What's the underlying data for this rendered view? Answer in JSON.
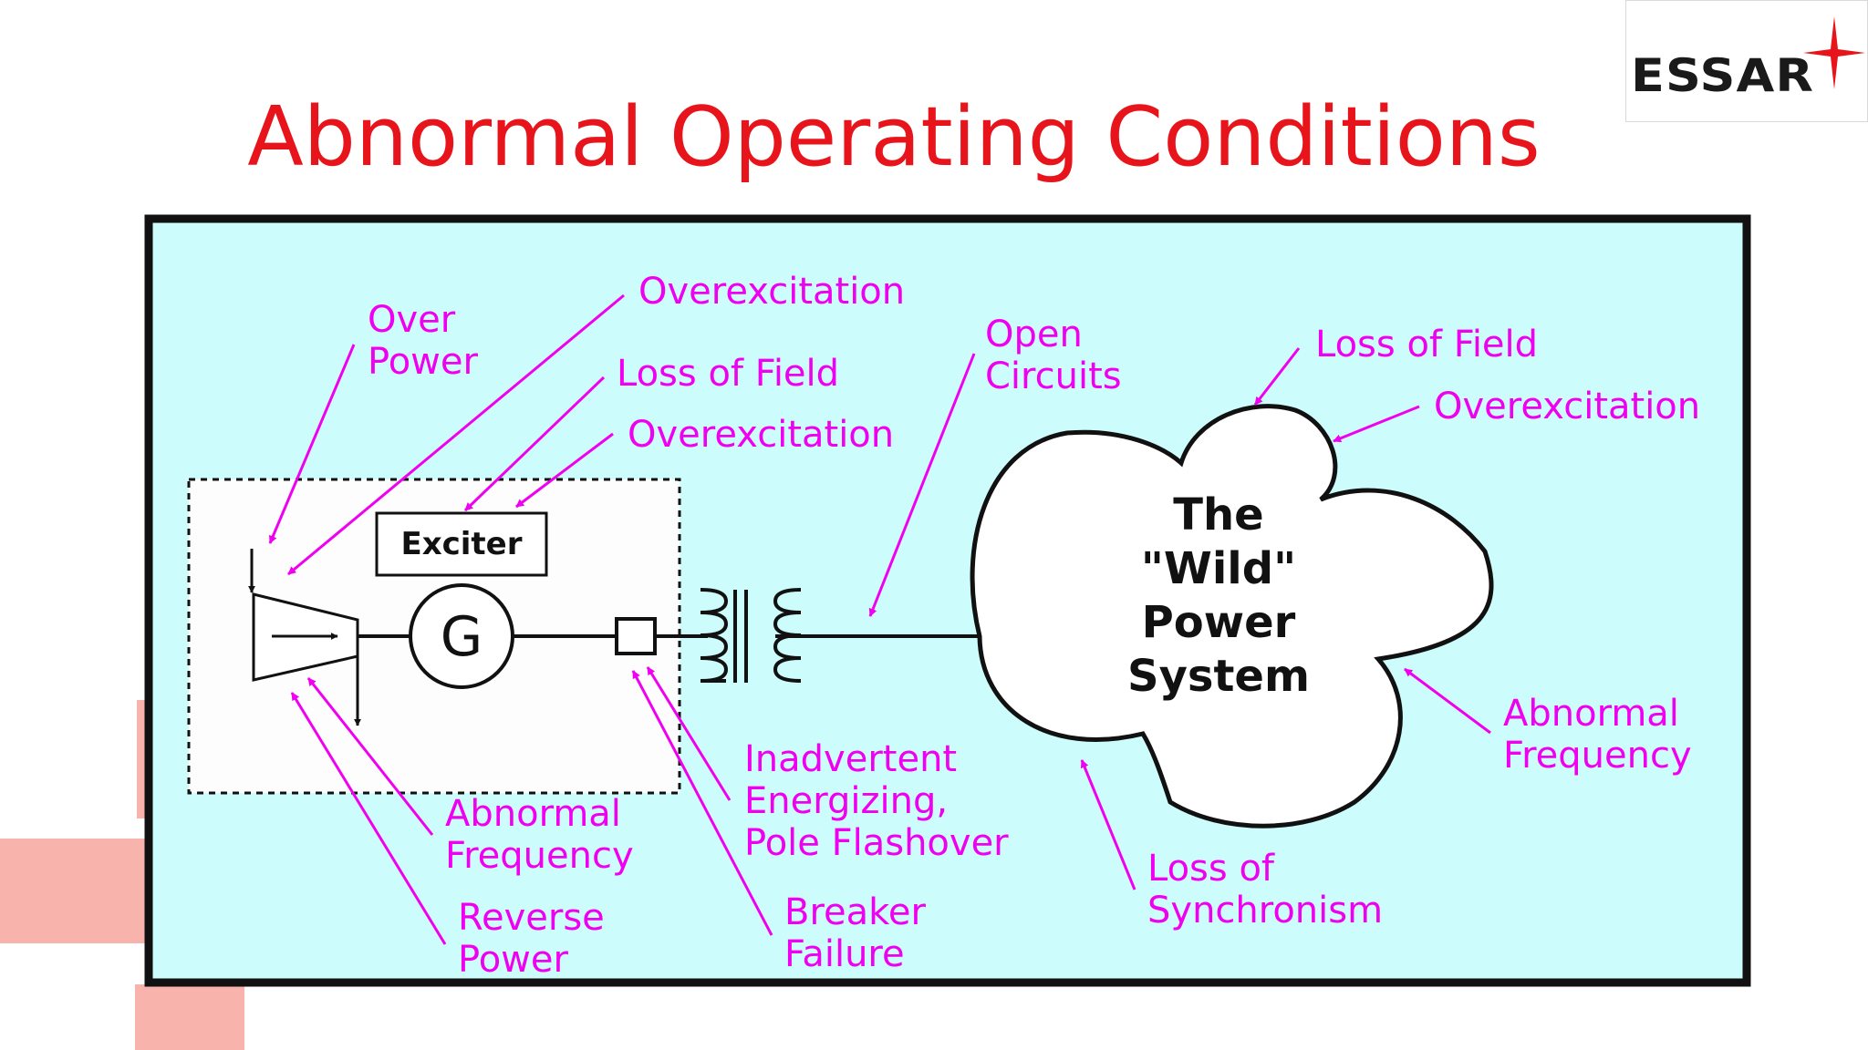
{
  "title": "Abnormal Operating Conditions",
  "logo": {
    "text": "ESSAR",
    "mark": "plus-star-icon"
  },
  "colors": {
    "title": "#e8141b",
    "label": "#f000f0",
    "panel_background": "#ccfcfc",
    "decoration": "#f8b3ad",
    "logo_mark": "#e8141b"
  },
  "diagram": {
    "exciter": "Exciter",
    "generator": "G",
    "system": [
      "The",
      "\"Wild\"",
      "Power",
      "System"
    ]
  },
  "labels": {
    "over_power": [
      "Over",
      "Power"
    ],
    "overexcitation_top": "Overexcitation",
    "loss_of_field_left": "Loss of Field",
    "overexcitation_mid": "Overexcitation",
    "open_circuits": [
      "Open",
      "Circuits"
    ],
    "loss_of_field_right": "Loss of Field",
    "overexcitation_right": "Overexcitation",
    "abnormal_frequency_right": [
      "Abnormal",
      "Frequency"
    ],
    "loss_of_synchronism": [
      "Loss of",
      "Synchronism"
    ],
    "inadvertent_energizing": [
      "Inadvertent",
      "Energizing,",
      "Pole Flashover"
    ],
    "breaker_failure": [
      "Breaker",
      "Failure"
    ],
    "abnormal_frequency_left": [
      "Abnormal",
      "Frequency"
    ],
    "reverse_power": [
      "Reverse",
      "Power"
    ]
  }
}
